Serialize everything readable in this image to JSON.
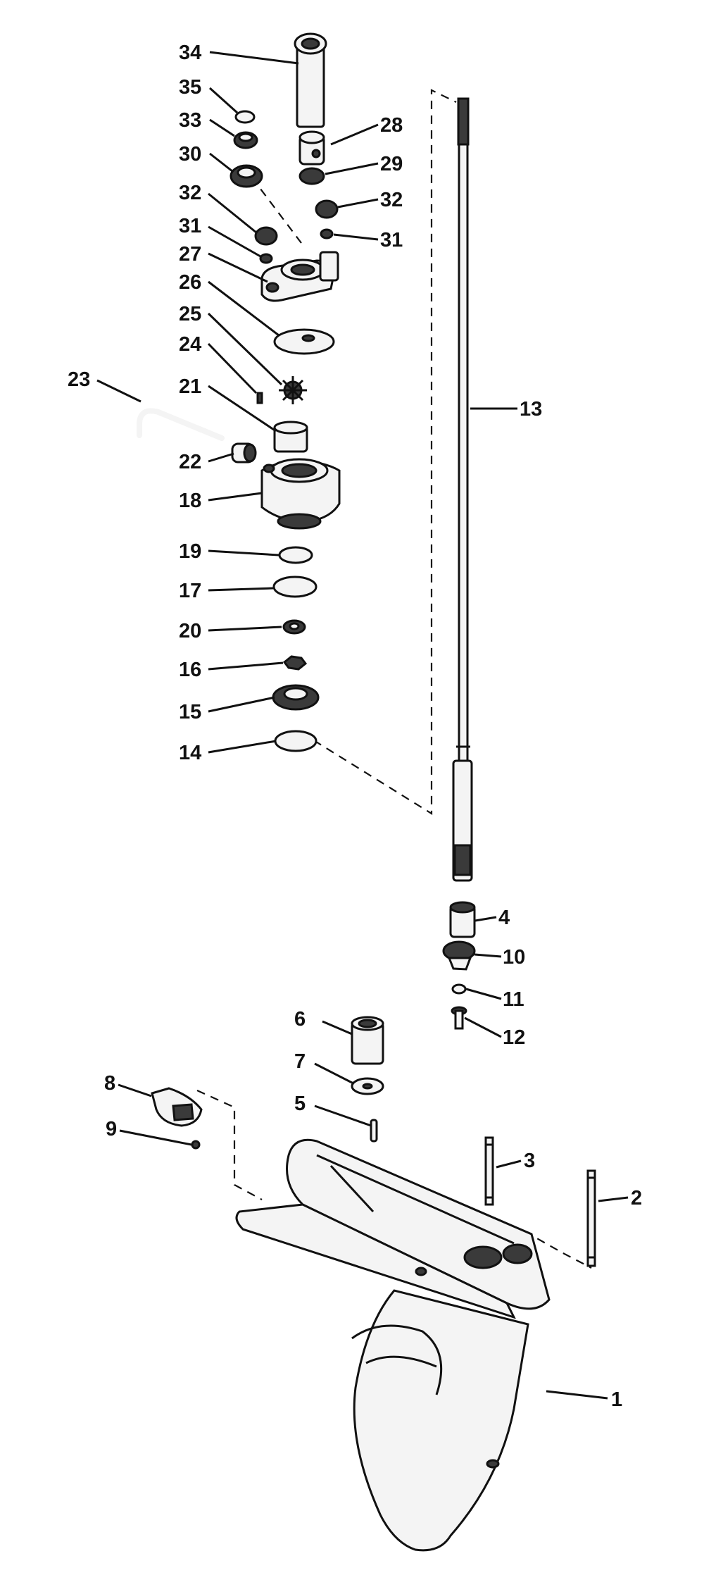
{
  "diagram": {
    "callouts": [
      {
        "label": "34"
      },
      {
        "label": "35"
      },
      {
        "label": "33"
      },
      {
        "label": "30"
      },
      {
        "label": "32"
      },
      {
        "label": "31"
      },
      {
        "label": "27"
      },
      {
        "label": "26"
      },
      {
        "label": "25"
      },
      {
        "label": "24"
      },
      {
        "label": "23"
      },
      {
        "label": "21"
      },
      {
        "label": "22"
      },
      {
        "label": "18"
      },
      {
        "label": "19"
      },
      {
        "label": "17"
      },
      {
        "label": "20"
      },
      {
        "label": "16"
      },
      {
        "label": "15"
      },
      {
        "label": "14"
      },
      {
        "label": "28"
      },
      {
        "label": "29"
      },
      {
        "label": "32"
      },
      {
        "label": "31"
      },
      {
        "label": "13"
      },
      {
        "label": "4"
      },
      {
        "label": "10"
      },
      {
        "label": "11"
      },
      {
        "label": "12"
      },
      {
        "label": "6"
      },
      {
        "label": "7"
      },
      {
        "label": "5"
      },
      {
        "label": "8"
      },
      {
        "label": "9"
      },
      {
        "label": "3"
      },
      {
        "label": "2"
      },
      {
        "label": "1"
      }
    ]
  }
}
